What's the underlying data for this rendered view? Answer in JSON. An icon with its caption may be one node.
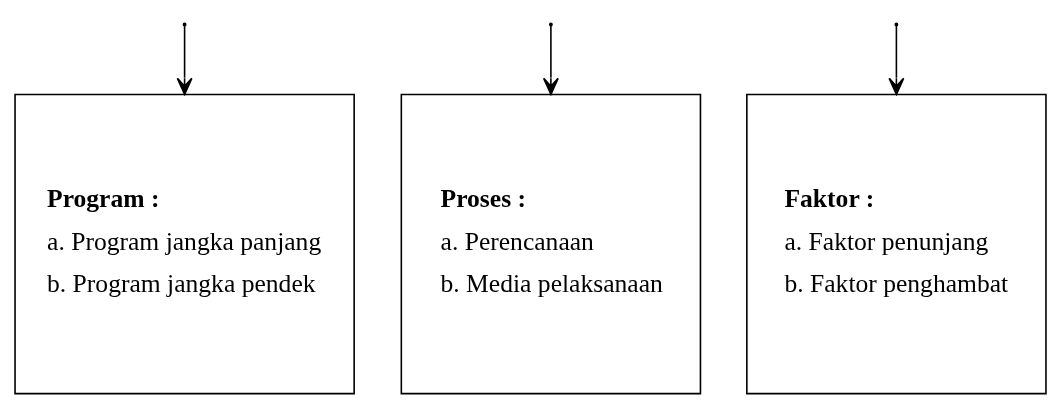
{
  "diagram": {
    "nodes": [
      {
        "text": [
          "Program :",
          "a. Program jangka panjang",
          "b. Program jangka pendek"
        ]
      },
      {
        "text": [
          "Proses :",
          "a. Perencanaan",
          "b. Media pelaksanaan"
        ]
      },
      {
        "text": [
          "Faktor :",
          "a. Faktor penunjang",
          "b. Faktor penghambat"
        ]
      }
    ],
    "edges": [
      {
        "from": null,
        "to": 0,
        "arrow": "to"
      },
      {
        "from": null,
        "to": 1,
        "arrow": "to"
      },
      {
        "from": null,
        "to": 2,
        "arrow": "to"
      }
    ]
  }
}
